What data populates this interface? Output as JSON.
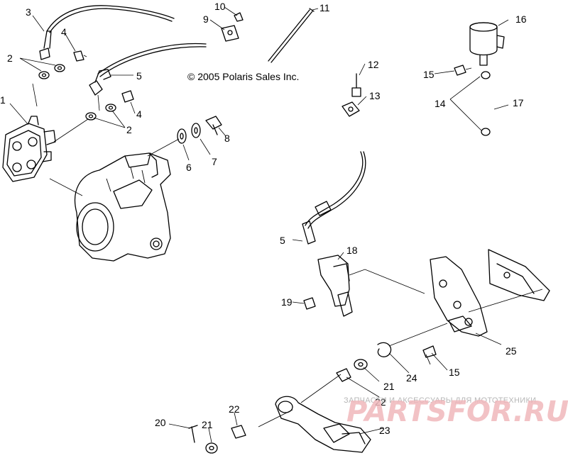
{
  "copyright": "© 2005 Polaris Sales Inc.",
  "callouts": [
    "1",
    "2",
    "2",
    "3",
    "4",
    "4",
    "5",
    "5",
    "6",
    "7",
    "8",
    "9",
    "10",
    "11",
    "12",
    "13",
    "14",
    "15",
    "15",
    "16",
    "17",
    "18",
    "19",
    "20",
    "21",
    "21",
    "22",
    "22",
    "23",
    "24",
    "25"
  ],
  "watermark": {
    "tagline": "ЗАПЧАСТИ И АКСЕССУАРЫ ДЛЯ МОТОТЕХНИКИ",
    "logo": "PARTSFOR.RU"
  }
}
